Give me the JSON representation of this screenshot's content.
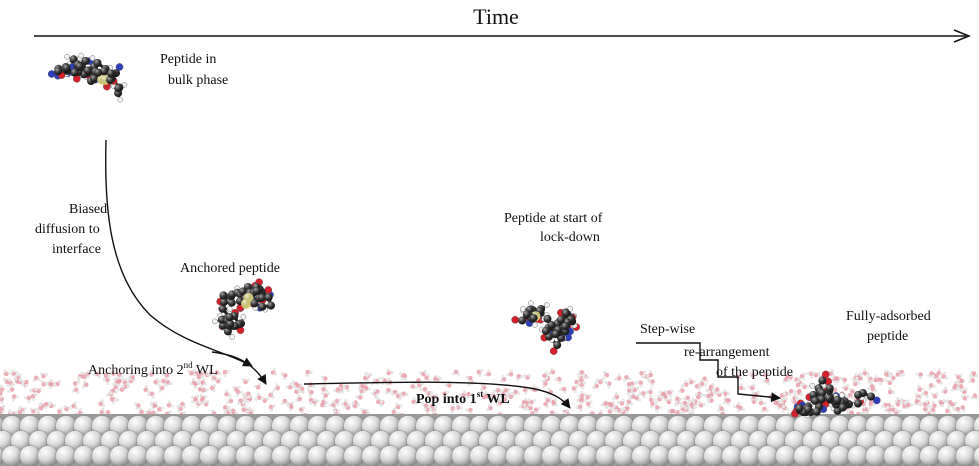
{
  "timeline": {
    "label": "Time"
  },
  "stages": {
    "bulk": {
      "line1": "Peptide in",
      "line2": "bulk  phase"
    },
    "diffusion": {
      "line1": "Biased",
      "line2": "diffusion to",
      "line3": "interface"
    },
    "anchored": {
      "label": "Anchored peptide"
    },
    "anchoring": {
      "text": "Anchoring into 2",
      "sup": "nd",
      "tail": " WL"
    },
    "pop": {
      "text": "Pop into 1",
      "sup": "st",
      "tail": " WL"
    },
    "lockdown": {
      "line1": "Peptide at start of",
      "line2": "lock-down"
    },
    "stepwise": {
      "line1": "Step-wise",
      "line2": "re-arrangement",
      "line3": "of the peptide"
    },
    "adsorbed": {
      "line1": "Fully-adsorbed",
      "line2": "peptide"
    }
  },
  "colors": {
    "carbon": "#1b1b1b",
    "oxygen": "#d4202a",
    "nitrogen": "#2f3fb8",
    "hydrogen": "#f2f2f2",
    "sulfur": "#e8e07a",
    "water_oxygen": "#e8a0aa",
    "surface_atom": "#d8d8d8"
  }
}
